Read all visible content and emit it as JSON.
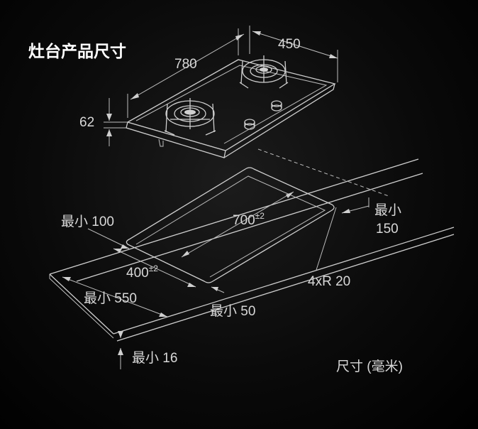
{
  "title": "灶台产品尺寸",
  "unit_note": "尺寸 (毫米)",
  "product": {
    "width": "780",
    "depth": "450",
    "height": "62"
  },
  "cutout": {
    "length_value": "700",
    "length_tol": "±2",
    "width_value": "400",
    "width_tol": "±2",
    "corner_radius": "4xR 20"
  },
  "clearances": {
    "min_100": "最小 100",
    "min_150_line1": "最小",
    "min_150_line2": "150",
    "min_550": "最小 550",
    "min_50": "最小 50",
    "min_16": "最小 16"
  },
  "colors": {
    "background": "#000000",
    "line": "#cfcfcf",
    "text": "#d8d8d8"
  }
}
